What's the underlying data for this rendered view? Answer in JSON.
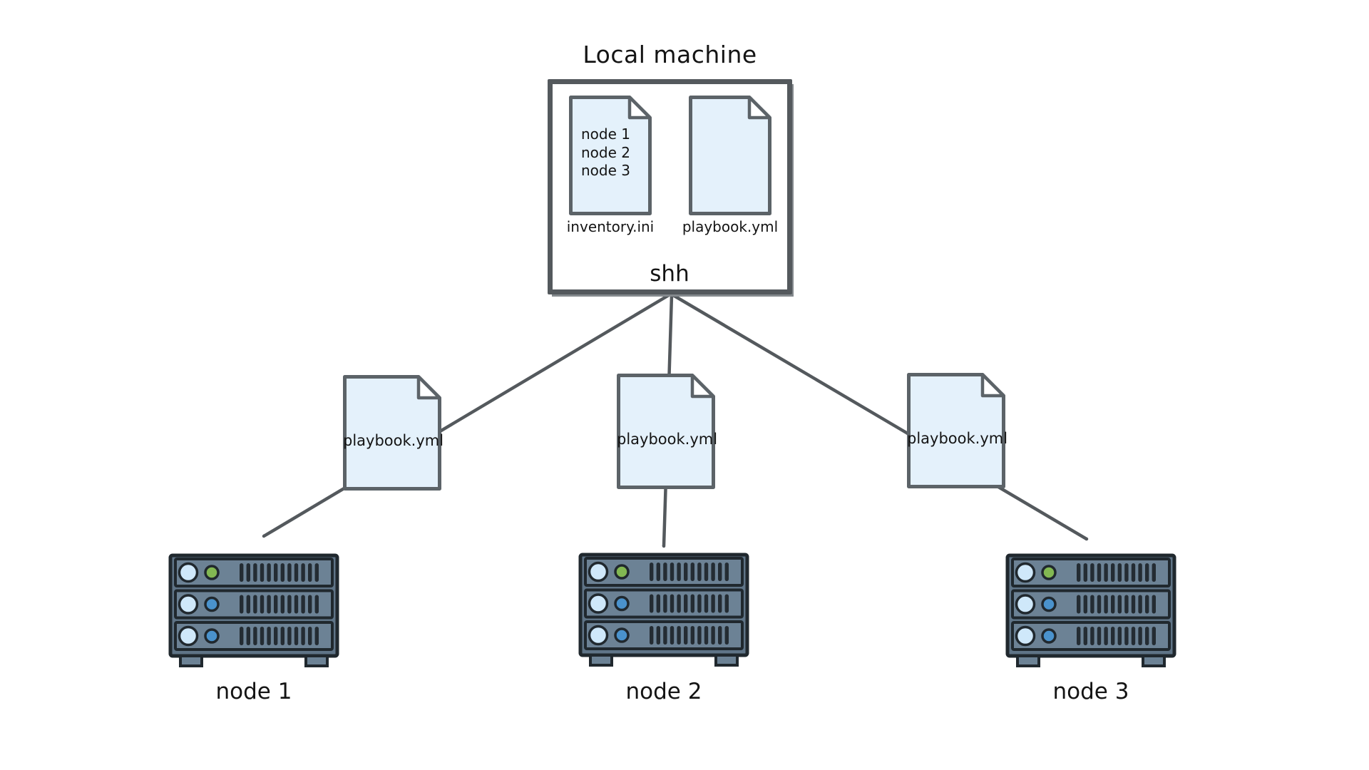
{
  "title": "Local machine",
  "local_machine": {
    "protocol_label": "shh",
    "files": [
      {
        "label": "inventory.ini",
        "lines": [
          "node 1",
          "node 2",
          "node 3"
        ]
      },
      {
        "label": "playbook.yml",
        "lines": []
      }
    ]
  },
  "transfer_files": [
    {
      "label": "playbook.yml",
      "target": "node 1"
    },
    {
      "label": "playbook.yml",
      "target": "node 2"
    },
    {
      "label": "playbook.yml",
      "target": "node 3"
    }
  ],
  "nodes": [
    {
      "label": "node 1"
    },
    {
      "label": "node 2"
    },
    {
      "label": "node 3"
    }
  ],
  "colors": {
    "line": "#54595d",
    "box_border": "#54595d",
    "file_fill": "#e4f1fb",
    "file_border": "#5c6368",
    "rack_body": "#5f7487",
    "rack_unit": "#6c8295",
    "rack_outline": "#20282e",
    "led_primary": "#cfe8fa",
    "led_green": "#82b852",
    "led_blue": "#4a92cc",
    "vent": "#242c33",
    "text": "#141414"
  }
}
